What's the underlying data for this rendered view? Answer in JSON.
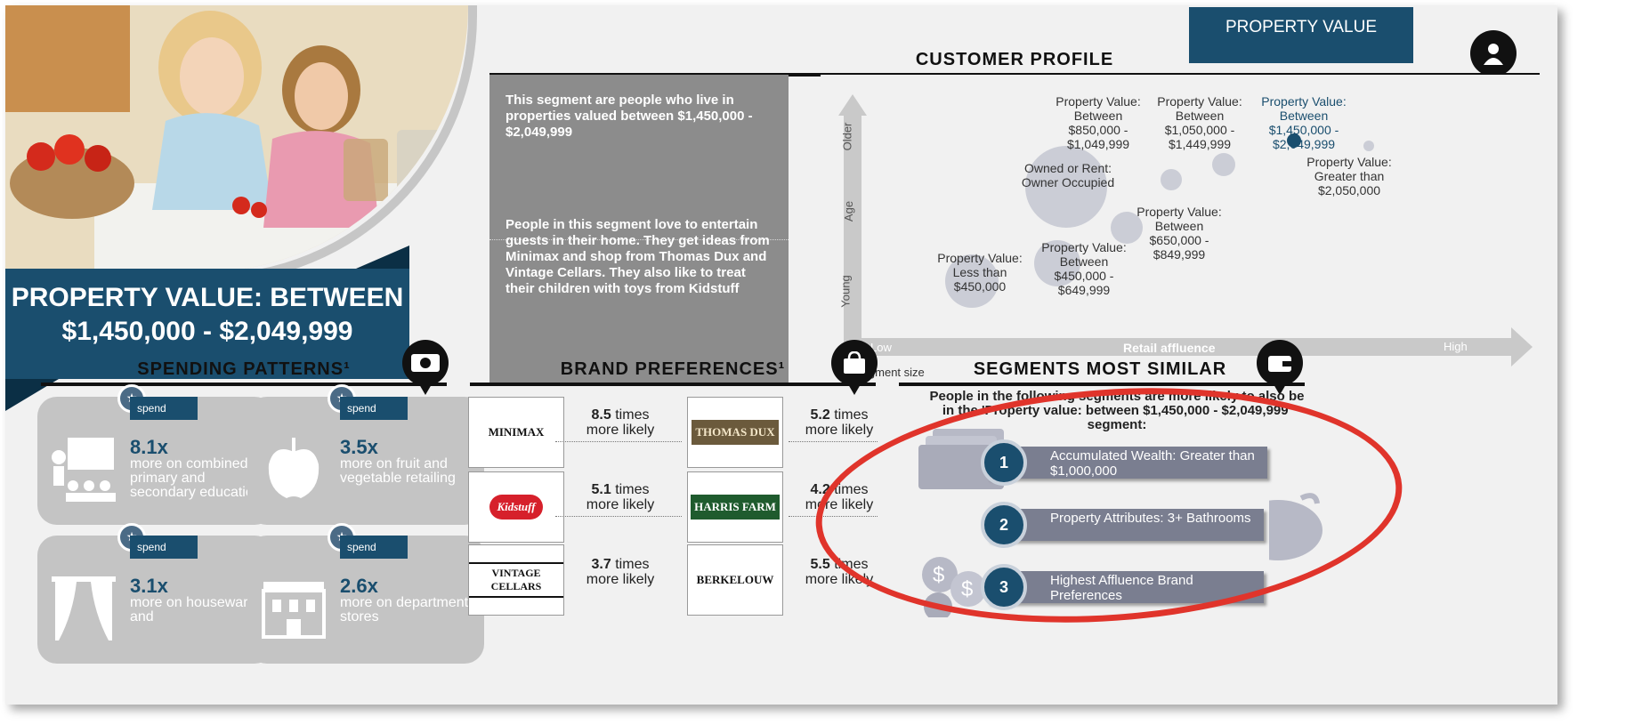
{
  "header": {
    "tab": "PROPERTY VALUE",
    "title": "PROPERTY VALUE: BETWEEN $1,450,000 - $2,049,999",
    "customer_profile": "CUSTOMER PROFILE",
    "profile_icon": "person-icon"
  },
  "description": {
    "p1": "This segment are people who live in properties valued between $1,450,000 - $2,049,999",
    "p2": "People in this segment love to entertain guests in their home. They get ideas from Minimax and shop from Thomas Dux and Vintage Cellars. They also like to treat their children with toys from Kidstuff"
  },
  "chart": {
    "y_ticks": [
      "Older",
      "Age",
      "Young"
    ],
    "x_low": "Low",
    "x_label": "Retail affluence",
    "x_high": "High",
    "legend": "Segment size",
    "labels": [
      "Property Value: Between $850,000 - $1,049,999",
      "Property Value: Between $1,050,000 - $1,449,999",
      "Property Value: Between $1,450,000 - $2,049,999",
      "Owned or Rent: Owner Occupied",
      "Property Value: Greater than $2,050,000",
      "Property Value: Between $650,000 - $849,999",
      "Property Value: Less than $450,000",
      "Property Value: Between $450,000 - $649,999"
    ],
    "colors": {
      "highlight": "#1a4e6e",
      "bubble": "#cbcdd6"
    }
  },
  "spending": {
    "title": "SPENDING PATTERNS¹",
    "icon": "money-icon",
    "badge": "spend",
    "cards": [
      {
        "value": "8.1x",
        "text": "more on combined primary and secondary education",
        "icon": "classroom-icon"
      },
      {
        "value": "3.5x",
        "text": "more on fruit and vegetable retailing",
        "icon": "apple-icon"
      },
      {
        "value": "3.1x",
        "text": "more on houseware and",
        "icon": "curtains-icon"
      },
      {
        "value": "2.6x",
        "text": "more on department stores",
        "icon": "store-icon"
      }
    ]
  },
  "brands": {
    "title": "BRAND PREFERENCES¹",
    "icon": "shopping-bag-icon",
    "times": "times",
    "more_likely": "more likely",
    "items": [
      {
        "logo": "MINIMAX",
        "value": "8.5"
      },
      {
        "logo": "THOMAS DUX",
        "value": "5.2"
      },
      {
        "logo": "Kidstuff",
        "value": "5.1"
      },
      {
        "logo": "HARRIS FARM",
        "value": "4.2"
      },
      {
        "logo": "VINTAGE CELLARS",
        "value": "3.7"
      },
      {
        "logo": "BERKELOUW",
        "value": "5.5"
      }
    ]
  },
  "similar": {
    "title": "SEGMENTS MOST SIMILAR",
    "icon": "wallet-icon",
    "intro": "People in the following segments are more likely to also be in the 'Property value: between $1,450,000 - $2,049,999' segment:",
    "items": [
      {
        "num": "1",
        "text": "Accumulated Wealth: Greater than $1,000,000"
      },
      {
        "num": "2",
        "text": "Property Attributes: 3+ Bathrooms"
      },
      {
        "num": "3",
        "text": "Highest Affluence Brand Preferences"
      }
    ],
    "ring_color": "#e0342b"
  }
}
